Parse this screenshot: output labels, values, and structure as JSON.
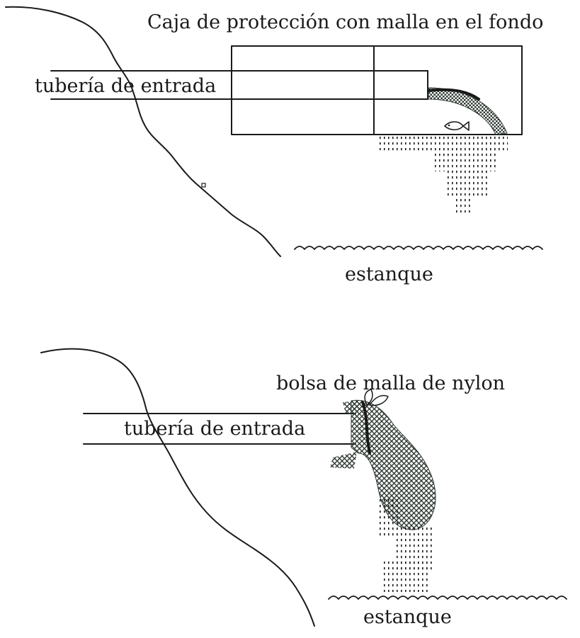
{
  "top_diagram": {
    "title": "Caja de protección con malla en el fondo",
    "pipe_label": "tubería de entrada",
    "pond_label": "estanque"
  },
  "bottom_diagram": {
    "title": "bolsa de malla de nylon",
    "pipe_label": "tubería de entrada",
    "pond_label": "estanque"
  },
  "colors": {
    "ink": "#1a1a1a",
    "mesh": "#2f3a33",
    "background": "#ffffff"
  }
}
